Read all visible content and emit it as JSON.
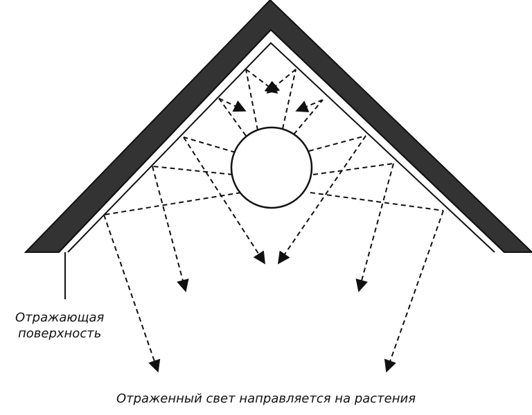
{
  "labels": {
    "reflective_surface_line1": "Отражающая",
    "reflective_surface_line2": "поверхность",
    "caption": "Отраженный свет направляется на растения"
  },
  "colors": {
    "roof_fill": "#333333",
    "line": "#111111",
    "lamp_fill": "#ffffff"
  }
}
